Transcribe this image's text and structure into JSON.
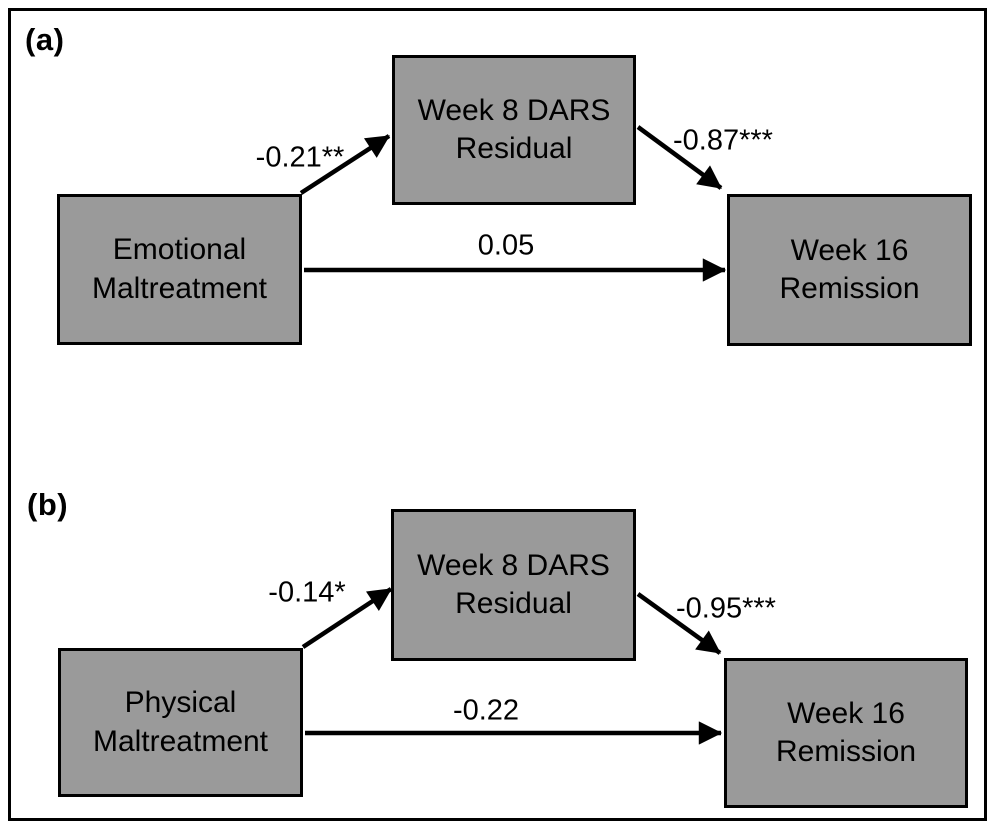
{
  "figure": {
    "type": "mediation-path-diagram",
    "colors": {
      "box_fill": "#9a9a9a",
      "box_border": "#000000",
      "arrow": "#000000",
      "frame_border": "#000000",
      "background": "#ffffff"
    },
    "panels": [
      {
        "label": "(a)",
        "boxes": {
          "predictor": "Emotional\nMaltreatment",
          "mediator": "Week 8 DARS\nResidual",
          "outcome": "Week 16\nRemission"
        },
        "paths": {
          "predictor_to_mediator": "-0.21**",
          "mediator_to_outcome": "-0.87***",
          "direct": "0.05"
        }
      },
      {
        "label": "(b)",
        "boxes": {
          "predictor": "Physical\nMaltreatment",
          "mediator": "Week 8 DARS\nResidual",
          "outcome": "Week 16\nRemission"
        },
        "paths": {
          "predictor_to_mediator": "-0.14*",
          "mediator_to_outcome": "-0.95***",
          "direct": "-0.22"
        }
      }
    ]
  }
}
